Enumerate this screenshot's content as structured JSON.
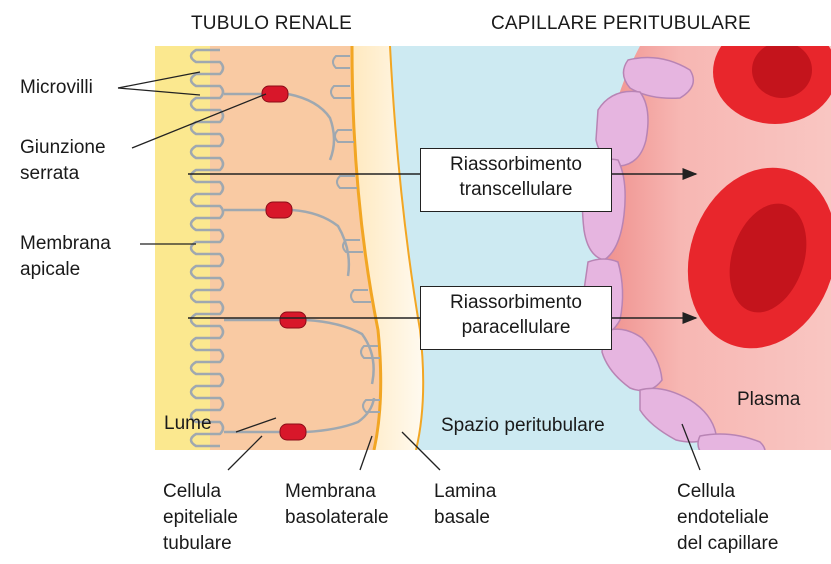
{
  "headers": {
    "tubule": "TUBULO RENALE",
    "capillary": "CAPILLARE PERITUBULARE"
  },
  "labels": {
    "microvilli": "Microvilli",
    "tight_junction_l1": "Giunzione",
    "tight_junction_l2": "serrata",
    "apical_l1": "Membrana",
    "apical_l2": "apicale",
    "lumen": "Lume",
    "peritubular_space": "Spazio peritubulare",
    "plasma": "Plasma",
    "epithelial_l1": "Cellula",
    "epithelial_l2": "epiteliale",
    "epithelial_l3": "tubulare",
    "basolateral_l1": "Membrana",
    "basolateral_l2": "basolaterale",
    "lamina_l1": "Lamina",
    "lamina_l2": "basale",
    "endothelial_l1": "Cellula",
    "endothelial_l2": "endoteliale",
    "endothelial_l3": "del capillare"
  },
  "boxes": {
    "transcellular_l1": "Riassorbimento",
    "transcellular_l2": "transcellulare",
    "paracellular_l1": "Riassorbimento",
    "paracellular_l2": "paracellulare"
  },
  "colors": {
    "lumen": "#fbe88f",
    "cell": "#f9caa3",
    "cell_outline": "#9fa8b0",
    "lamina": "#fff3d9",
    "lamina_edge": "#f2a623",
    "interstitium": "#cdeaf2",
    "endothelium": "#e6b5e0",
    "plasma": "#f4a9a4",
    "rbc": "#e8262c",
    "rbc_core": "#c4141c",
    "junction": "#d8172a"
  }
}
